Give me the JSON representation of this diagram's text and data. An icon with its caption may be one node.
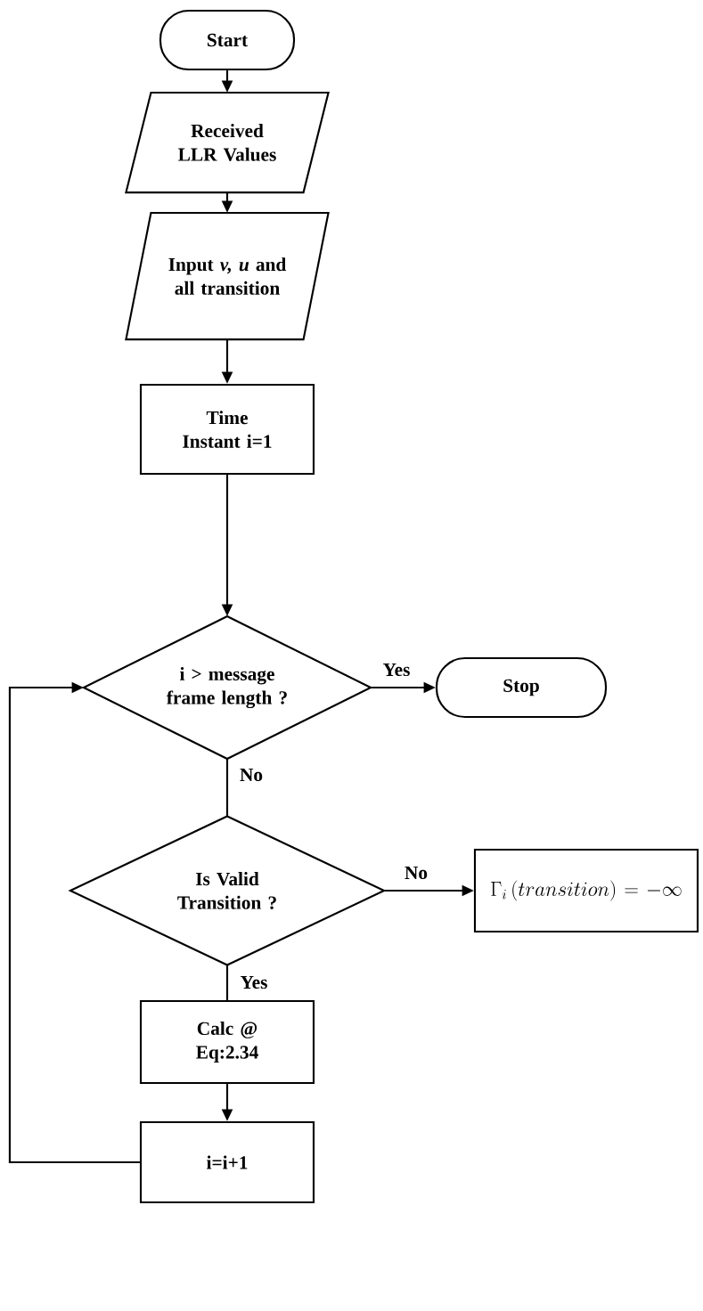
{
  "diagram": {
    "nodes": [
      {
        "text": [
          "Start"
        ]
      },
      {
        "text": [
          "Received LLR Values"
        ]
      },
      {
        "text": [
          "Input *v, u* and all transition"
        ]
      },
      {
        "text": [
          "Time Instant i=1"
        ]
      },
      {
        "text": [
          "i > message frame length ?"
        ]
      },
      {
        "text": [
          "Stop"
        ]
      },
      {
        "text": [
          "Is Valid Transition ?"
        ]
      },
      {
        "text": [
          "\\Gamma_i\\left(transition\\right)=-\\infty"
        ]
      },
      {
        "text": [
          "Calc @ Eq:2.34"
        ]
      },
      {
        "text": [
          "i=i+1"
        ]
      }
    ],
    "edges": [
      {
        "from": 0,
        "to": 1,
        "arrow": "to"
      },
      {
        "from": 1,
        "to": 2,
        "arrow": "to"
      },
      {
        "from": 2,
        "to": 3,
        "arrow": "to"
      },
      {
        "from": 3,
        "to": 4,
        "arrow": "to"
      },
      {
        "from": 4,
        "to": 5,
        "arrow": "to",
        "label": "Yes"
      },
      {
        "from": 4,
        "to": 6,
        "arrow": "none",
        "label": "No"
      },
      {
        "from": 6,
        "to": 7,
        "arrow": "to",
        "label": "No"
      },
      {
        "from": 6,
        "to": 8,
        "arrow": "none",
        "label": "Yes"
      },
      {
        "from": 8,
        "to": 9,
        "arrow": "to"
      },
      {
        "from": 9,
        "to": 4,
        "arrow": "to"
      }
    ]
  }
}
